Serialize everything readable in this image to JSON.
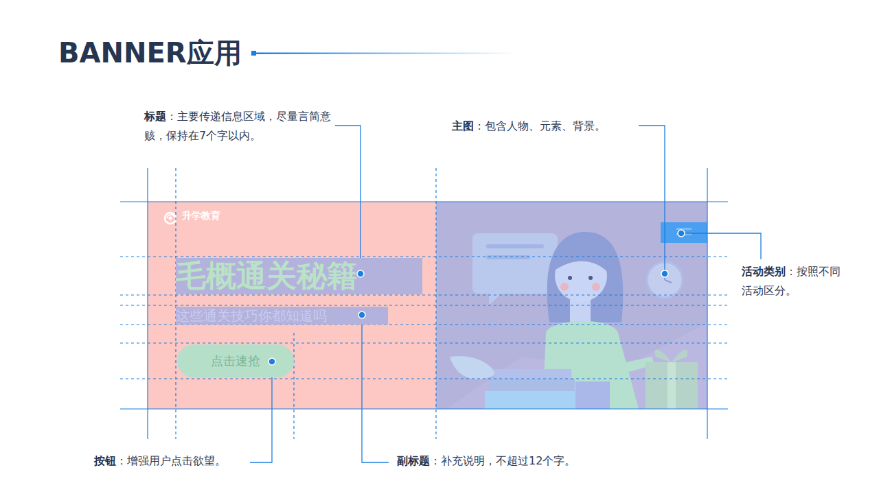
{
  "diagram": {
    "title": "BANNER应用",
    "nodes": [
      {
        "text": [
          "升学教育"
        ]
      },
      {
        "text": [
          "毛概通关秘籍"
        ],
        "in": 0
      },
      {
        "text": [
          "这些通关技巧你都知道吗"
        ],
        "in": 0
      },
      {
        "text": [
          "点击速抢"
        ],
        "in": 0
      }
    ],
    "labels": [
      "标题",
      "：主要传递信息区域，尽量言简意赅，保持在7个字以内。",
      "主图",
      "：包含人物、元素、背景。",
      "活动类别",
      "：按照不同活动区分。",
      "按钮",
      "：增强用户点击欲望。",
      "副标题",
      "：补充说明，不超过12个字。"
    ]
  }
}
